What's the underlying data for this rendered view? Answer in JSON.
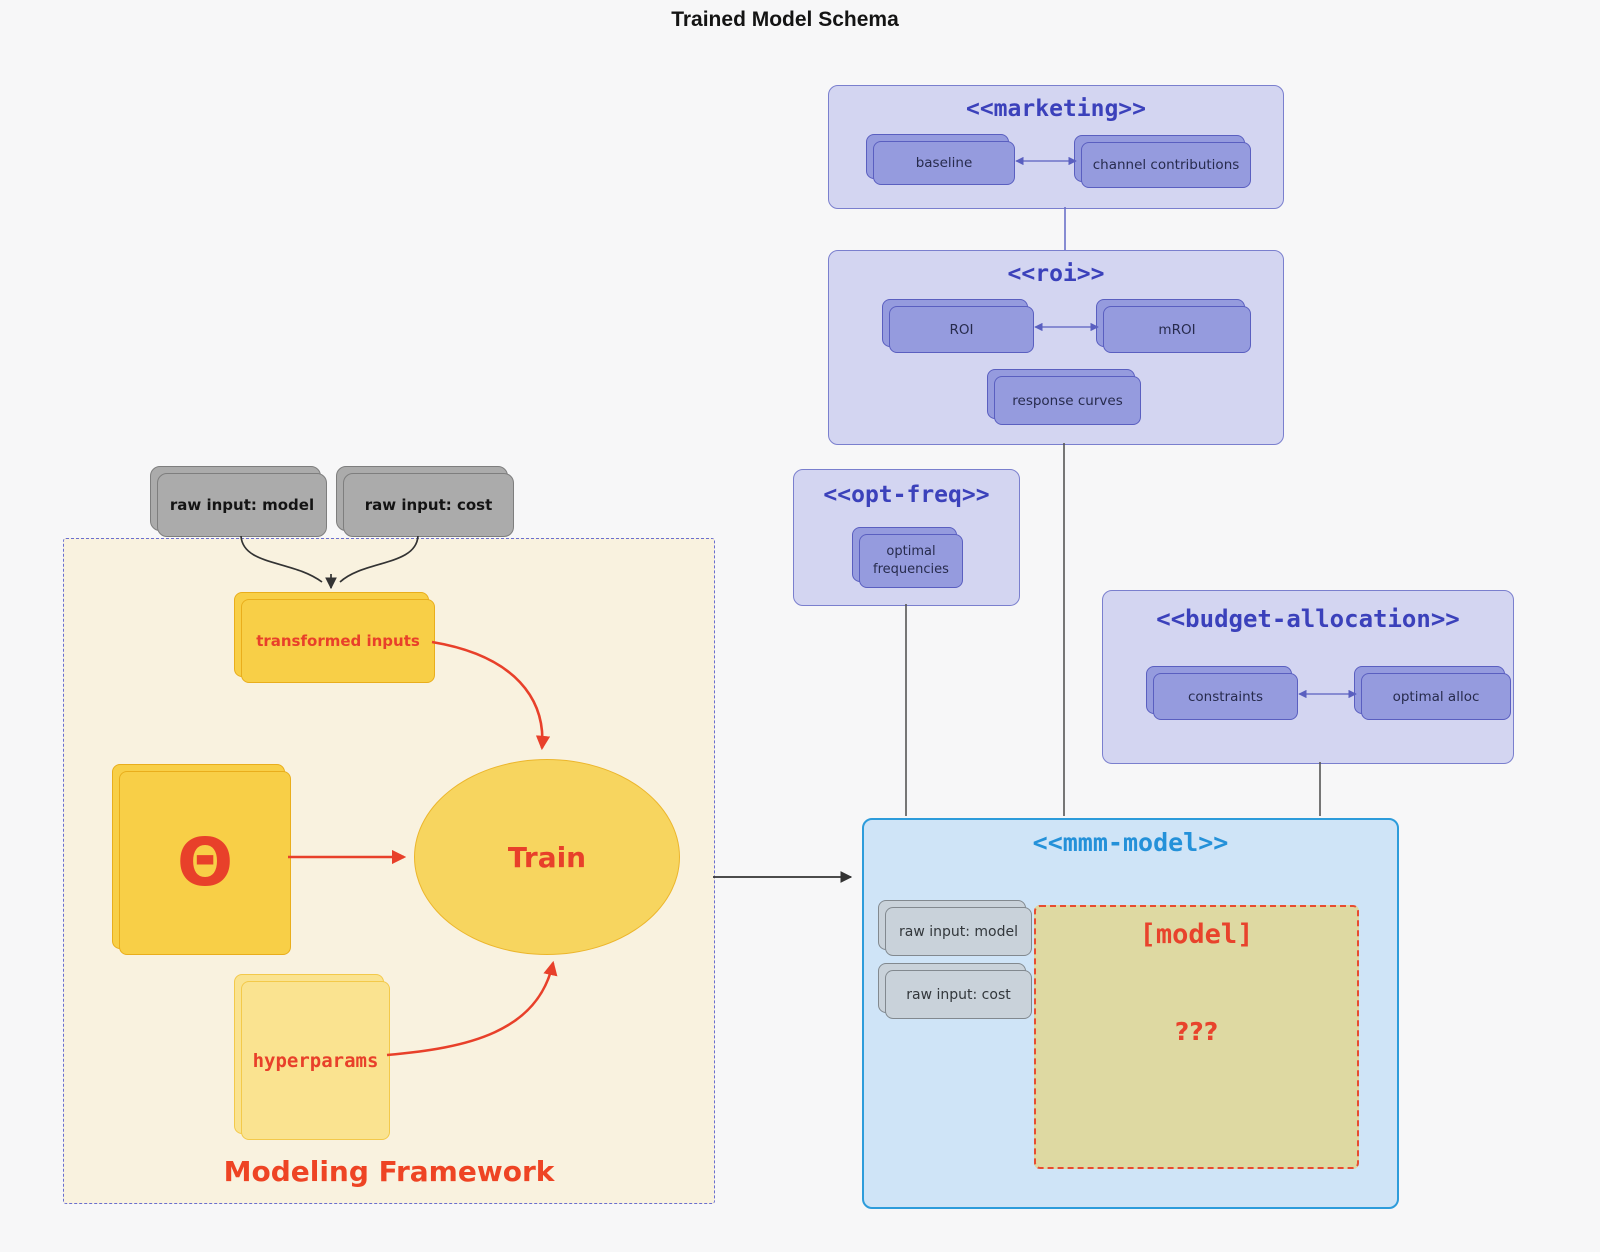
{
  "diagram_title": "Trained Model Schema",
  "groups": {
    "marketing": {
      "title": "<<marketing>>",
      "nodes": {
        "baseline": "baseline",
        "channel_contributions": "channel contributions"
      }
    },
    "roi": {
      "title": "<<roi>>",
      "nodes": {
        "roi": "ROI",
        "mroi": "mROI",
        "response_curves": "response curves"
      }
    },
    "opt_freq": {
      "title": "<<opt-freq>>",
      "nodes": {
        "optimal_frequencies": "optimal frequencies"
      }
    },
    "budget_allocation": {
      "title": "<<budget-allocation>>",
      "nodes": {
        "constraints": "constraints",
        "optimal_alloc": "optimal alloc"
      }
    },
    "mmm_model": {
      "title": "<<mmm-model>>",
      "nodes": {
        "raw_input_model": "raw input: model",
        "raw_input_cost": "raw input: cost",
        "model_box_title": "[model]",
        "model_box_placeholder": "???"
      }
    },
    "modeling_framework": {
      "title": "Modeling Framework",
      "nodes": {
        "transformed_inputs": "transformed inputs",
        "theta": "Θ",
        "train": "Train",
        "hyperparams": "hyperparams"
      }
    }
  },
  "external_nodes": {
    "raw_input_model": "raw input: model",
    "raw_input_cost": "raw input: cost"
  },
  "colors": {
    "background": "#f7f7f8",
    "group_purple_fill": "#d3d5f1",
    "group_purple_border": "#7a7fce",
    "group_title_indigo": "#3b41bb",
    "purple_node_fill": "#959bde",
    "purple_node_border": "#5a5fc0",
    "mmm_fill": "#cfe4f7",
    "mmm_border": "#2d9cdb",
    "mmm_title": "#2491d9",
    "model_box_fill": "#ded9a2",
    "model_box_border": "#e84c30",
    "framework_fill": "#f9f2df",
    "framework_border": "#6a6fd0",
    "yellow_node_fill": "#f8cf47",
    "yellow_light_fill": "#fae390",
    "train_fill": "#f7d55f",
    "red_accent": "#e8402a",
    "gray_node_fill": "#ababab",
    "gray_blue_node_fill": "#c9d2da",
    "edge_dark": "#444444"
  }
}
